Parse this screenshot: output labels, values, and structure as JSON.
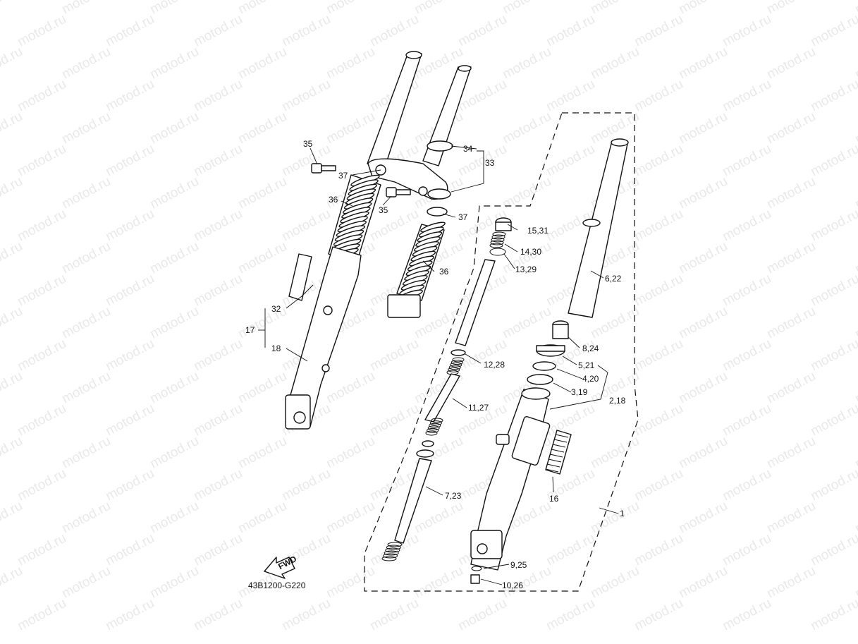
{
  "watermark": "motod.ru",
  "diagram_code": "43B1200-G220",
  "fwd_label": "FWD",
  "callouts": [
    {
      "id": "c35a",
      "text": "35"
    },
    {
      "id": "c37a",
      "text": "37"
    },
    {
      "id": "c34",
      "text": "34"
    },
    {
      "id": "c33",
      "text": "33"
    },
    {
      "id": "c36a",
      "text": "36"
    },
    {
      "id": "c35b",
      "text": "35"
    },
    {
      "id": "c37b",
      "text": "37"
    },
    {
      "id": "c1531",
      "text": "15,31"
    },
    {
      "id": "c1430",
      "text": "14,30"
    },
    {
      "id": "c1329",
      "text": "13,29"
    },
    {
      "id": "c36b",
      "text": "36"
    },
    {
      "id": "c622",
      "text": "6,22"
    },
    {
      "id": "c32",
      "text": "32"
    },
    {
      "id": "c17",
      "text": "17"
    },
    {
      "id": "c18",
      "text": "18"
    },
    {
      "id": "c824",
      "text": "8,24"
    },
    {
      "id": "c1228",
      "text": "12,28"
    },
    {
      "id": "c521",
      "text": "5,21"
    },
    {
      "id": "c420",
      "text": "4,20"
    },
    {
      "id": "c319",
      "text": "3,19"
    },
    {
      "id": "c218",
      "text": "2,18"
    },
    {
      "id": "c1127",
      "text": "11,27"
    },
    {
      "id": "c723",
      "text": "7,23"
    },
    {
      "id": "c16",
      "text": "16"
    },
    {
      "id": "c1",
      "text": "1"
    },
    {
      "id": "c925",
      "text": "9,25"
    },
    {
      "id": "c1026",
      "text": "10,26"
    }
  ]
}
